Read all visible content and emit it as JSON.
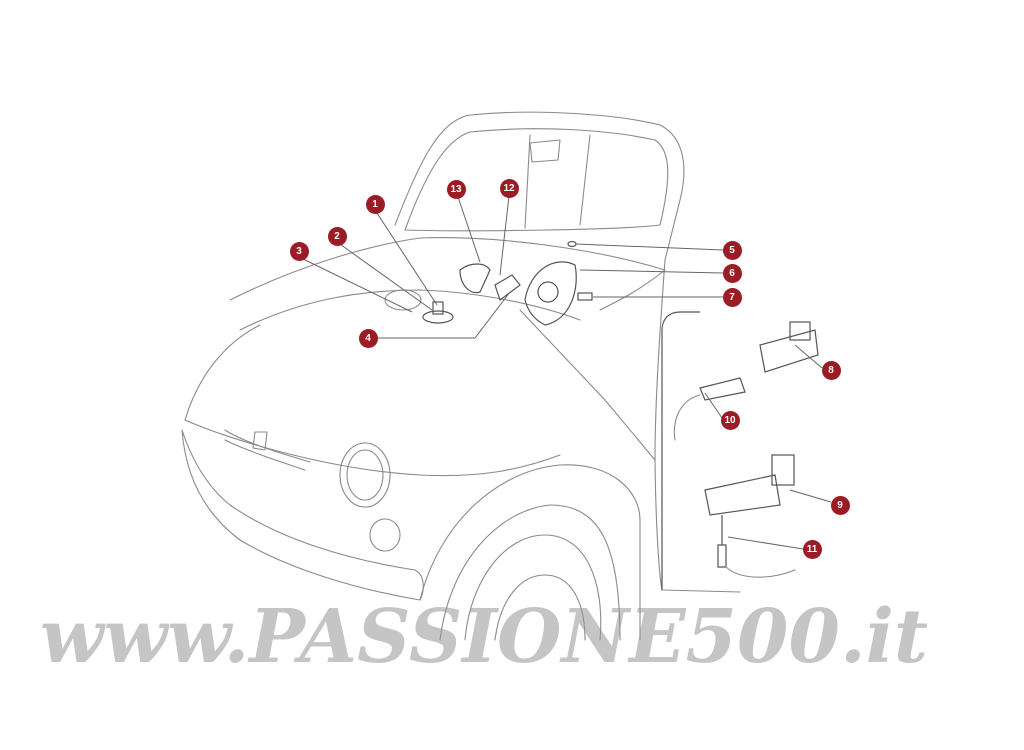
{
  "watermark": "www.PASSIONE500.it",
  "colors": {
    "callout": "#9b1c24",
    "line_art": "#8a8a8a"
  },
  "callouts": [
    "1",
    "2",
    "3",
    "4",
    "5",
    "6",
    "7",
    "8",
    "9",
    "10",
    "11",
    "12",
    "13"
  ]
}
